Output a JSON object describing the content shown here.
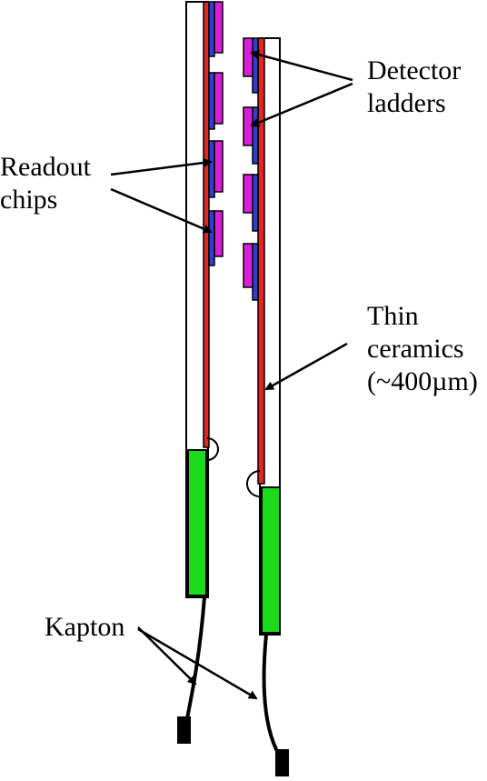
{
  "labels": {
    "detector_ladders": [
      "Detector",
      "ladders"
    ],
    "readout_chips": [
      "Readout",
      "chips"
    ],
    "thin_ceramics": [
      "Thin",
      "ceramics",
      "(~400µm)"
    ],
    "kapton": "Kapton"
  },
  "colors": {
    "chip_fill": "#d61fd6",
    "ladder_fill": "#2f3fd0",
    "ceramic_fill": "#e0281e",
    "hybrid_fill": "#1bdc1b",
    "outline": "#000000"
  }
}
